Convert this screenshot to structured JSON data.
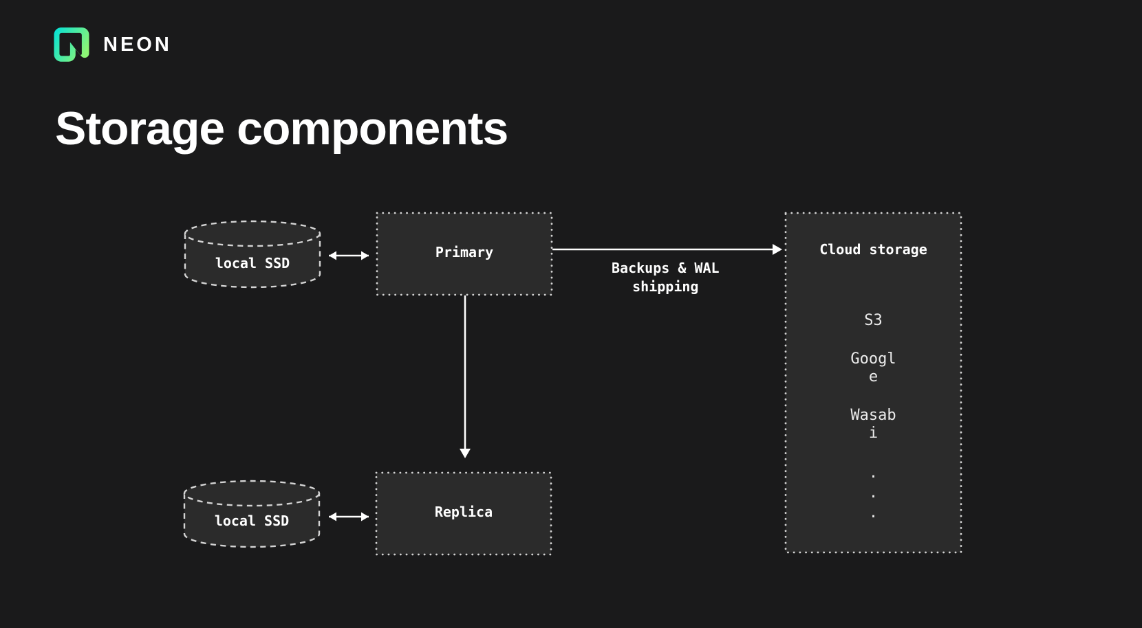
{
  "brand": {
    "wordmark": "NEON",
    "logo_icon": "neon-logo",
    "logo_gradient_start": "#00e0d9",
    "logo_gradient_end": "#8df575"
  },
  "page_title": "Storage components",
  "diagram": {
    "nodes": {
      "local_ssd_top": {
        "label": "local SSD",
        "shape": "cylinder"
      },
      "primary": {
        "label": "Primary",
        "shape": "box"
      },
      "local_ssd_bottom": {
        "label": "local SSD",
        "shape": "cylinder"
      },
      "replica": {
        "label": "Replica",
        "shape": "box"
      },
      "cloud_storage": {
        "title": "Cloud storage",
        "shape": "box",
        "providers": [
          "S3",
          "Google",
          "Wasabi"
        ],
        "more_dots": [
          ".",
          ".",
          "."
        ]
      }
    },
    "edges": [
      {
        "from": "local_ssd_top",
        "to": "primary",
        "direction": "both",
        "label": ""
      },
      {
        "from": "primary",
        "to": "cloud_storage",
        "direction": "forward",
        "label": "Backups & WAL shipping"
      },
      {
        "from": "primary",
        "to": "replica",
        "direction": "forward",
        "label": ""
      },
      {
        "from": "local_ssd_bottom",
        "to": "replica",
        "direction": "both",
        "label": ""
      }
    ]
  },
  "colors": {
    "background": "#1a1a1b",
    "node_fill": "#2b2b2b",
    "node_border": "#d4d4d4",
    "arrow": "#ffffff",
    "label_text": "#ffffff",
    "provider_text": "#ebebeb"
  }
}
